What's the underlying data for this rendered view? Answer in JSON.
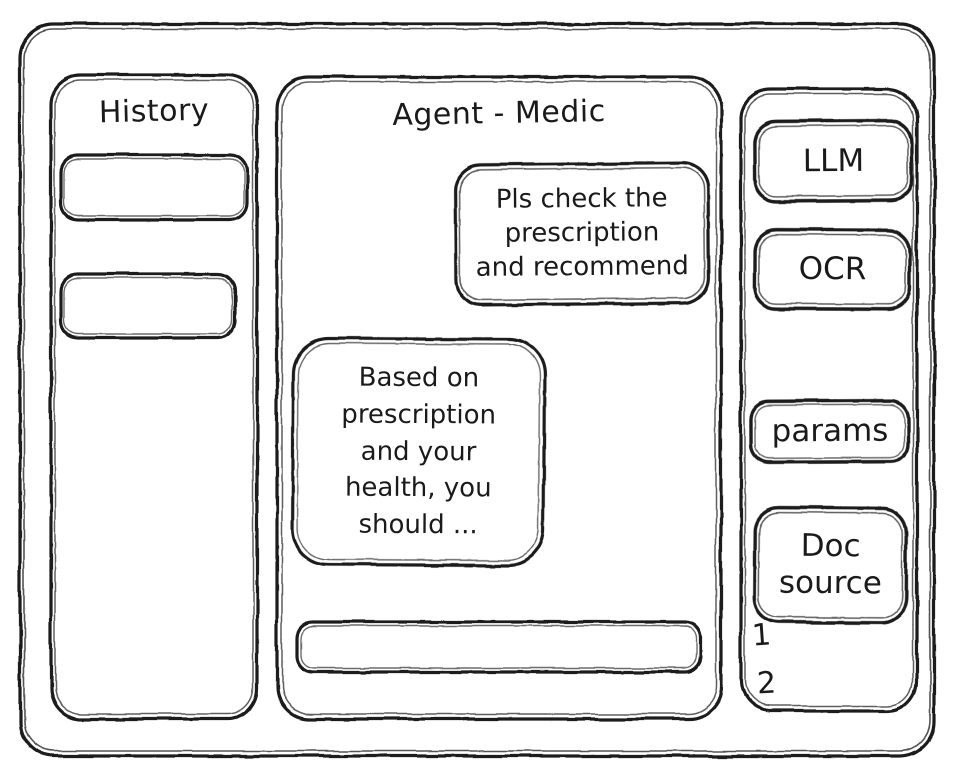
{
  "window": {
    "name": "wireframe-window"
  },
  "history": {
    "title": "History",
    "items": [
      {
        "label": ""
      },
      {
        "label": ""
      }
    ]
  },
  "agent": {
    "title": "Agent - Medic",
    "messages": [
      {
        "role": "user",
        "text": "Pls check the\nprescription\nand recommend"
      },
      {
        "role": "assistant",
        "text": "Based on\nprescription\nand your\nhealth, you\nshould ..."
      }
    ],
    "composer": {
      "value": "",
      "placeholder": ""
    }
  },
  "tools": {
    "buttons": [
      {
        "label": "LLM"
      },
      {
        "label": "OCR"
      },
      {
        "label": "params"
      },
      {
        "label": "Doc\nsource"
      }
    ],
    "sources": [
      {
        "marker": "1"
      },
      {
        "marker": "2"
      }
    ]
  },
  "style": {
    "ink": "#1a1a1a",
    "paper": "#ffffff"
  }
}
